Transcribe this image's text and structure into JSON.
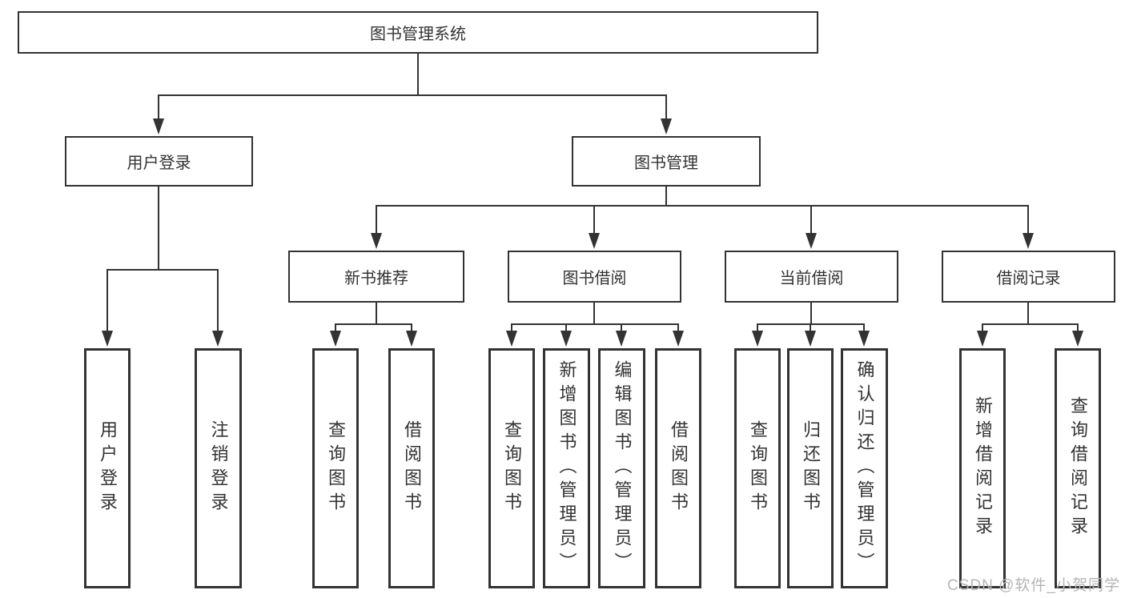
{
  "diagram_title": "图书管理系统",
  "tree": {
    "label": "图书管理系统",
    "children": [
      {
        "label": "用户登录",
        "children": [
          {
            "label": "用户登录"
          },
          {
            "label": "注销登录"
          }
        ]
      },
      {
        "label": "图书管理",
        "children": [
          {
            "label": "新书推荐",
            "children": [
              {
                "label": "查询图书"
              },
              {
                "label": "借阅图书"
              }
            ]
          },
          {
            "label": "图书借阅",
            "children": [
              {
                "label": "查询图书"
              },
              {
                "label": "新增图书（管理员）"
              },
              {
                "label": "编辑图书（管理员）"
              },
              {
                "label": "借阅图书"
              }
            ]
          },
          {
            "label": "当前借阅",
            "children": [
              {
                "label": "查询图书"
              },
              {
                "label": "归还图书"
              },
              {
                "label": "确认归还（管理员）"
              }
            ]
          },
          {
            "label": "借阅记录",
            "children": [
              {
                "label": "新增借阅记录"
              },
              {
                "label": "查询借阅记录"
              }
            ]
          }
        ]
      }
    ]
  },
  "watermark": "CSDN @软件_小贺同学",
  "colors": {
    "line": "#333333",
    "text": "#333333",
    "watermark": "#b5b5b5"
  }
}
